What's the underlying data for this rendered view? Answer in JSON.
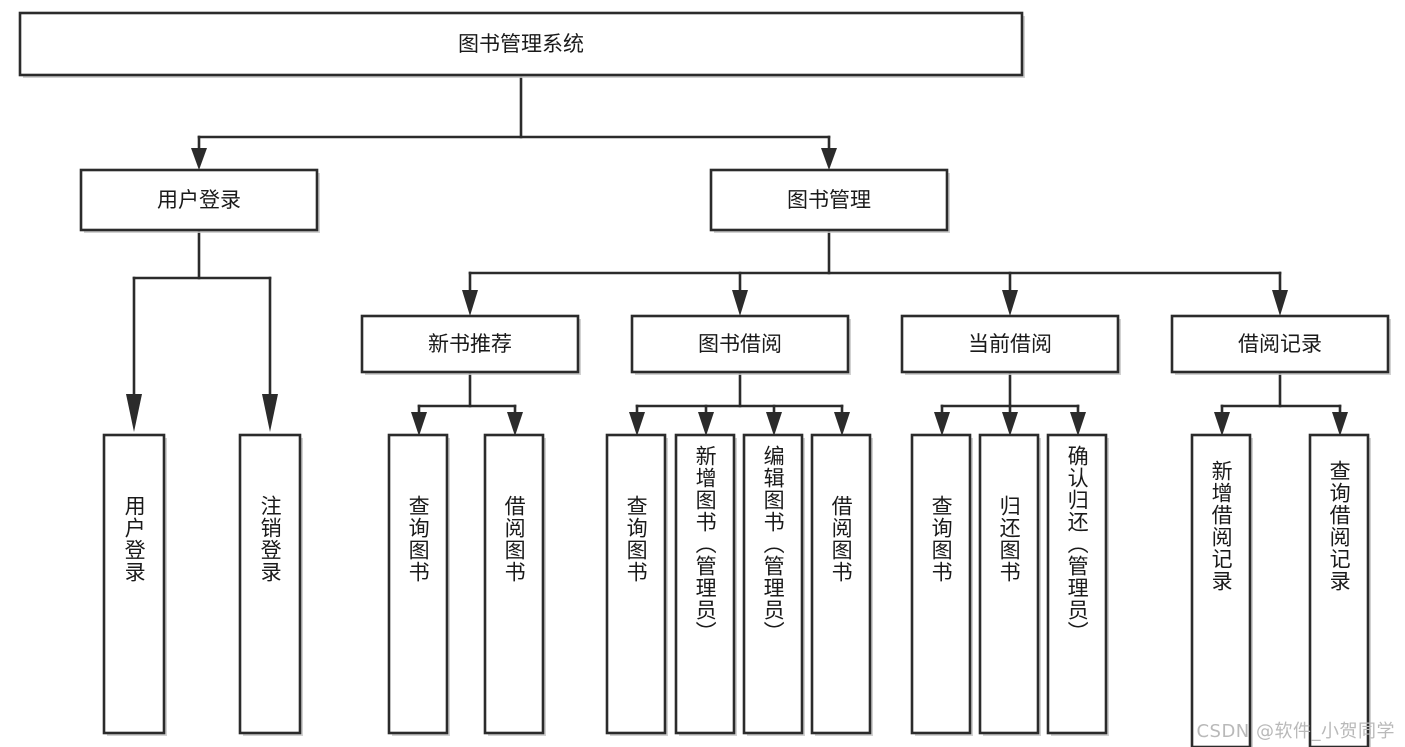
{
  "diagram": {
    "type": "tree",
    "title": "图书管理系统",
    "orientation": "top-down",
    "colors": {
      "box_stroke": "#2b2b2b",
      "box_fill": "#ffffff",
      "text": "#1a1a1a",
      "watermark": "#b9b9b9",
      "background": "#ffffff"
    },
    "root": {
      "label": "图书管理系统"
    },
    "level2": [
      {
        "label": "用户登录"
      },
      {
        "label": "图书管理"
      }
    ],
    "level3": [
      {
        "label": "新书推荐"
      },
      {
        "label": "图书借阅"
      },
      {
        "label": "当前借阅"
      },
      {
        "label": "借阅记录"
      }
    ],
    "leaves": {
      "user_login": [
        {
          "label": "用户登录"
        },
        {
          "label": "注销登录"
        }
      ],
      "new_book_recommend": [
        {
          "label": "查询图书"
        },
        {
          "label": "借阅图书"
        }
      ],
      "book_borrow": [
        {
          "label": "查询图书"
        },
        {
          "label": "新增图书（管理员）"
        },
        {
          "label": "编辑图书（管理员）"
        },
        {
          "label": "借阅图书"
        }
      ],
      "current_borrow": [
        {
          "label": "查询图书"
        },
        {
          "label": "归还图书"
        },
        {
          "label": "确认归还（管理员）"
        }
      ],
      "borrow_record": [
        {
          "label": "新增借阅记录"
        },
        {
          "label": "查询借阅记录"
        }
      ]
    }
  },
  "watermark": {
    "text": "CSDN @软件_小贺同学"
  }
}
